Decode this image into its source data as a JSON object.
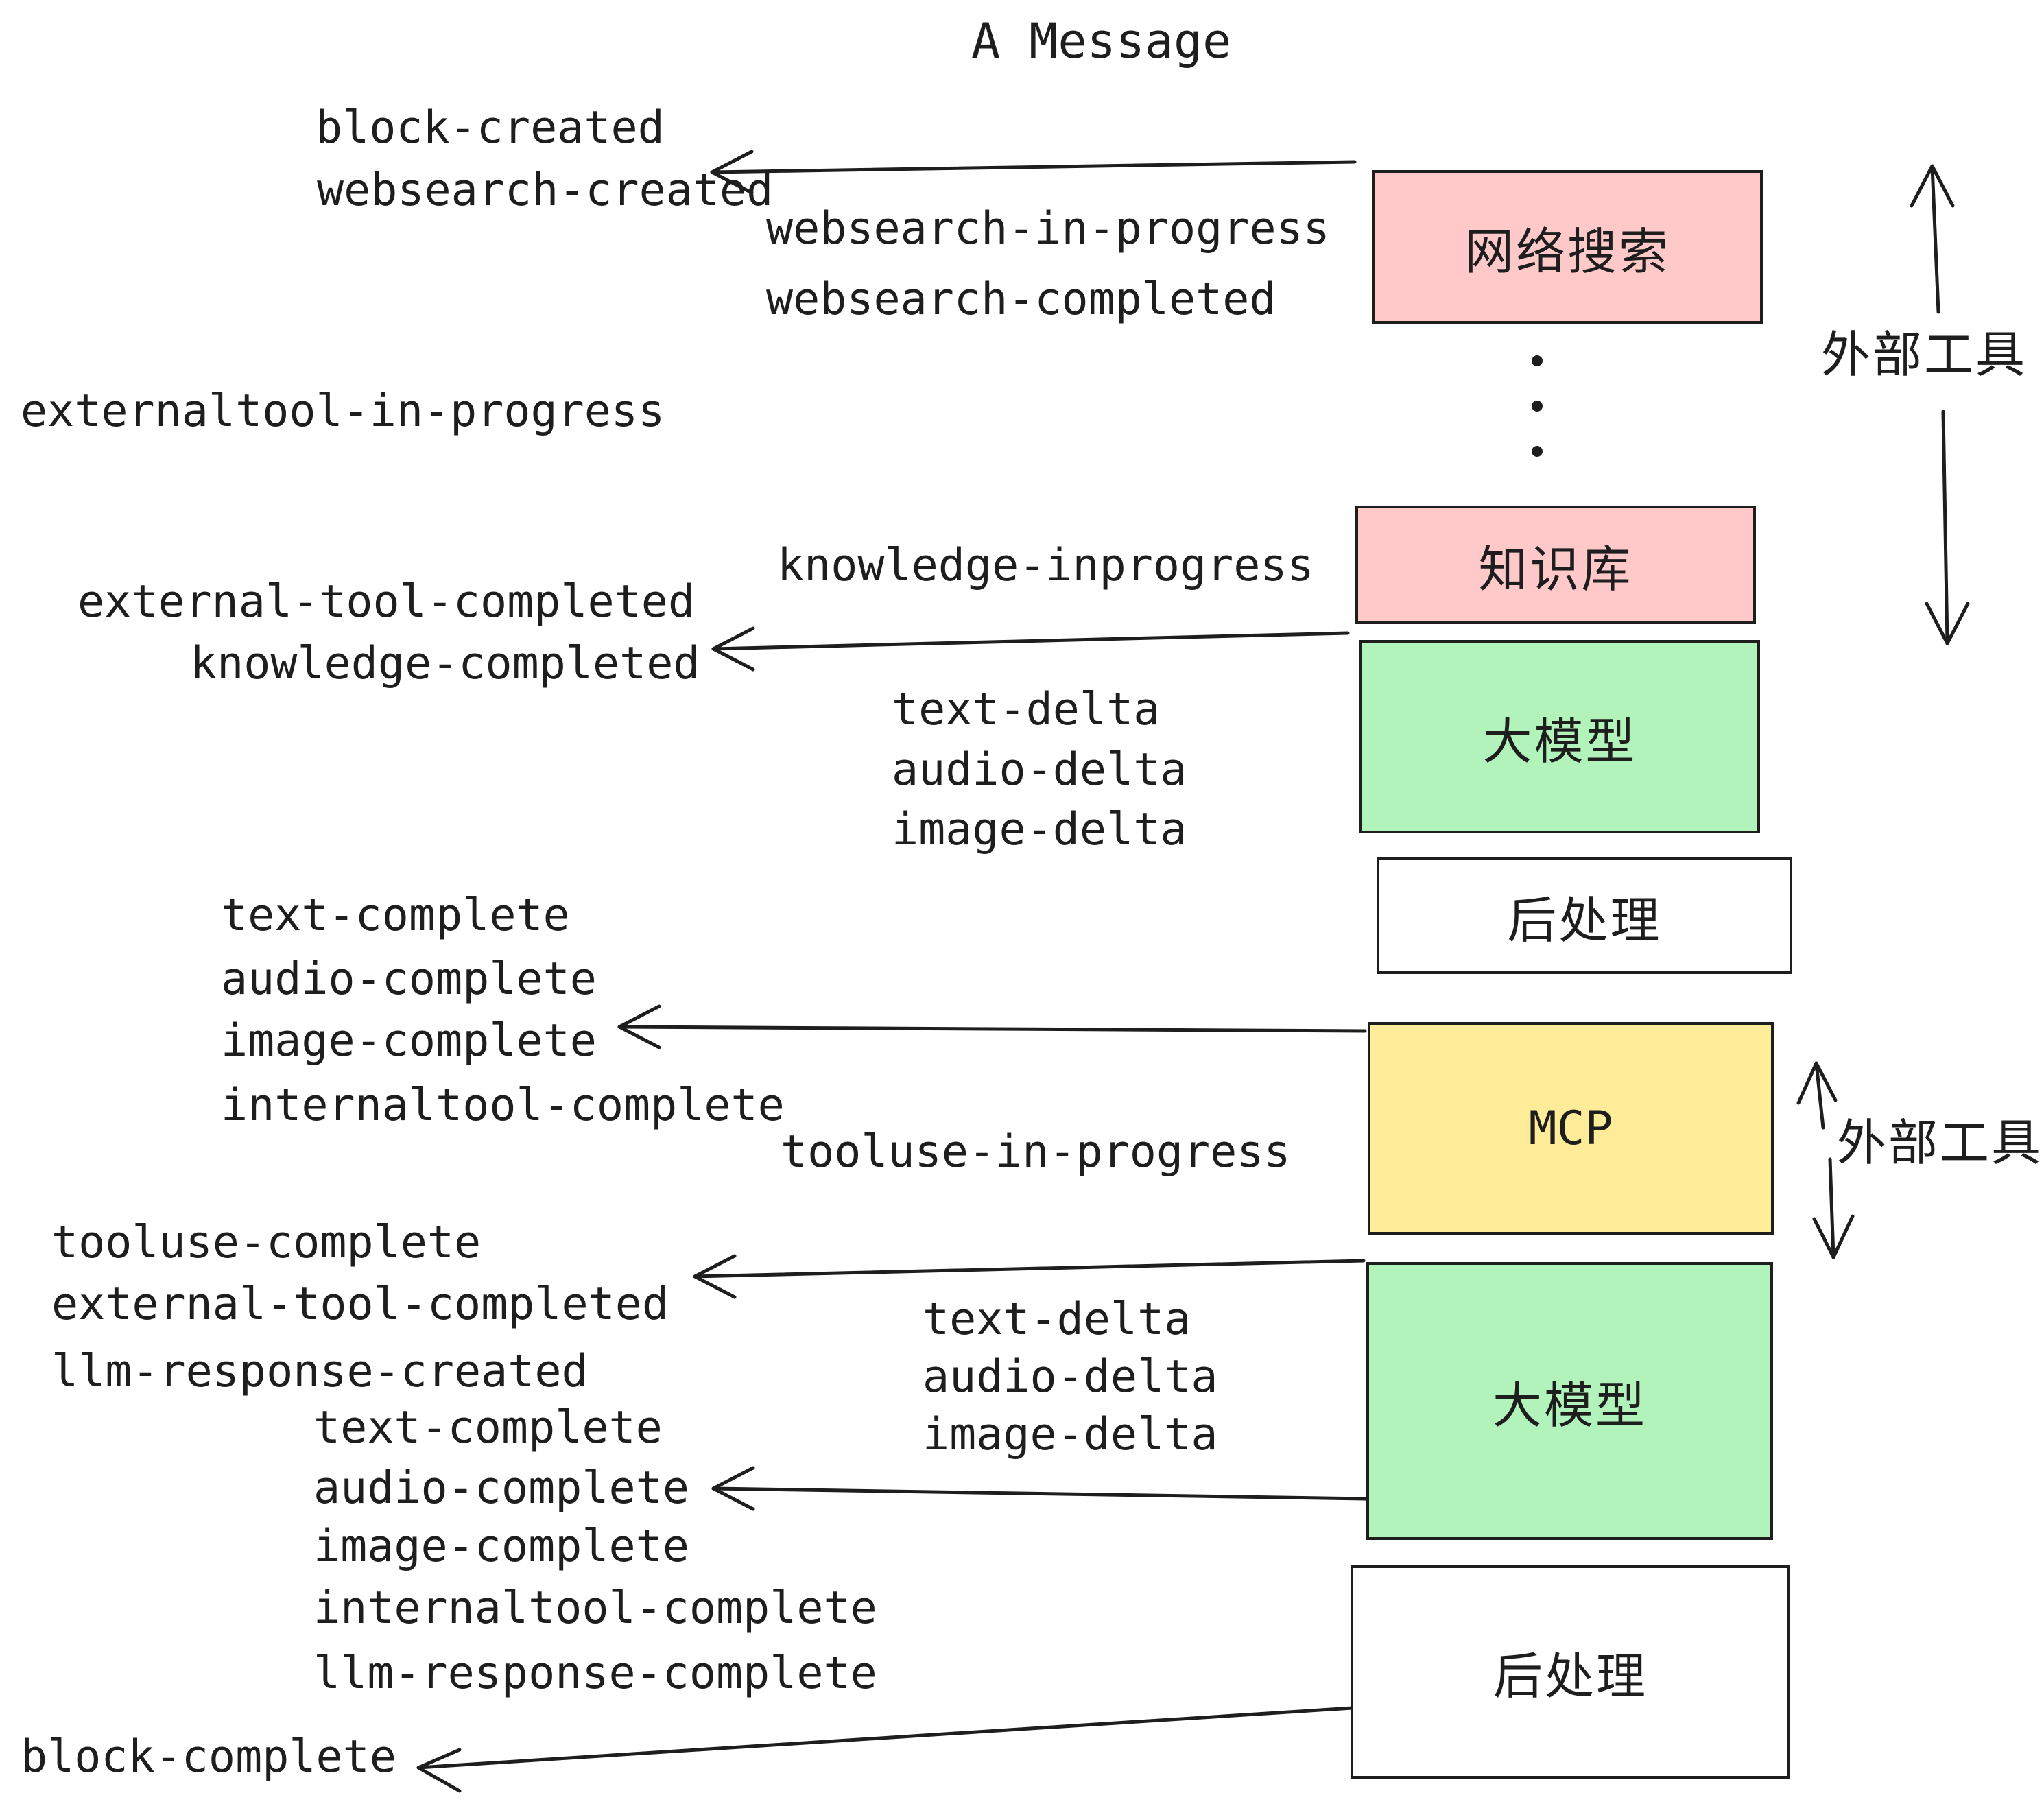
{
  "title": "A Message",
  "colors": {
    "pink": "#ffc9c9",
    "green": "#b2f2bb",
    "yellow": "#ffec99",
    "white": "#ffffff",
    "ink": "#1e1e1e"
  },
  "flow_boxes": [
    {
      "id": "websearch",
      "label": "网络搜索",
      "color": "#ffc9c9"
    },
    {
      "id": "knowledge",
      "label": "知识库",
      "color": "#ffc9c9"
    },
    {
      "id": "llm-1",
      "label": "大模型",
      "color": "#b2f2bb"
    },
    {
      "id": "postprocess-1",
      "label": "后处理",
      "color": "#ffffff"
    },
    {
      "id": "mcp",
      "label": "MCP",
      "color": "#ffec99"
    },
    {
      "id": "llm-2",
      "label": "大模型",
      "color": "#b2f2bb"
    },
    {
      "id": "postprocess-2",
      "label": "后处理",
      "color": "#ffffff"
    }
  ],
  "events": [
    {
      "text": "block-created"
    },
    {
      "text": "websearch-created"
    },
    {
      "text": "websearch-in-progress"
    },
    {
      "text": "websearch-completed"
    },
    {
      "text": "externaltool-in-progress"
    },
    {
      "text": "knowledge-inprogress"
    },
    {
      "text": "external-tool-completed"
    },
    {
      "text": "knowledge-completed"
    },
    {
      "text": "text-delta"
    },
    {
      "text": "audio-delta"
    },
    {
      "text": "image-delta"
    },
    {
      "text": "text-complete"
    },
    {
      "text": "audio-complete"
    },
    {
      "text": "image-complete"
    },
    {
      "text": "internaltool-complete"
    },
    {
      "text": "tooluse-in-progress"
    },
    {
      "text": "tooluse-complete"
    },
    {
      "text": "external-tool-completed"
    },
    {
      "text": "llm-response-created"
    },
    {
      "text": "text-complete"
    },
    {
      "text": "audio-complete"
    },
    {
      "text": "image-complete"
    },
    {
      "text": "internaltool-complete"
    },
    {
      "text": "llm-response-complete"
    },
    {
      "text": "block-complete"
    }
  ],
  "side_labels": [
    {
      "text": "外部工具"
    },
    {
      "text": "外部工具"
    }
  ]
}
